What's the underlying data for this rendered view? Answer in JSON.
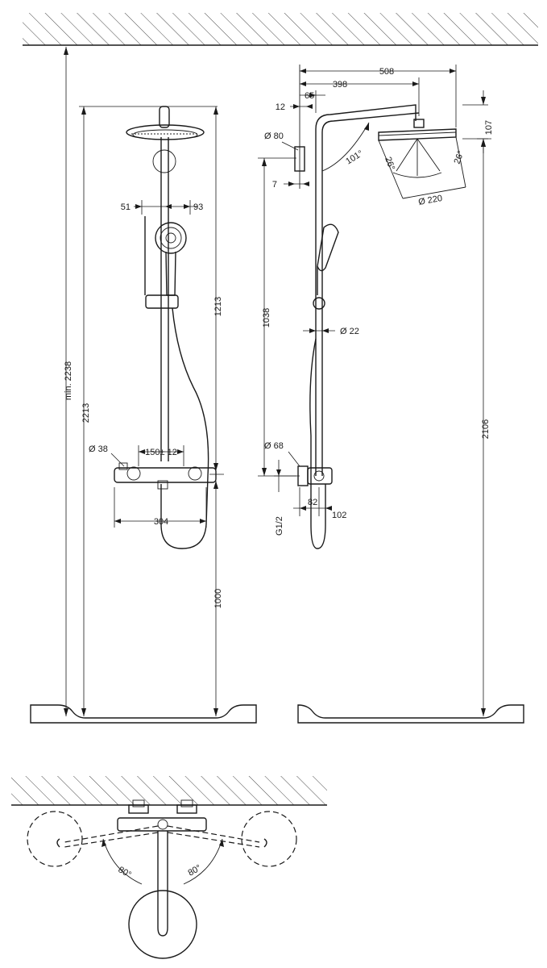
{
  "front_view": {
    "dimensions": {
      "total_height": "min. 2238",
      "overall_height": "2213",
      "riser_height": "1213",
      "mount_height": "1000",
      "handshower_left": "51",
      "handshower_right": "93",
      "pipe_diameter": "Ø 38",
      "connection_spacing": "150± 12",
      "thermostat_width": "304"
    }
  },
  "side_view": {
    "dimensions": {
      "arm_reach": "508",
      "arm_to_head": "398",
      "offset_65": "65",
      "offset_12": "12",
      "bracket_diameter": "Ø 80",
      "bracket_offset": "7",
      "head_drop": "107",
      "arm_angle": "101°",
      "tilt_left": "26°",
      "tilt_right": "26°",
      "head_diameter": "Ø 220",
      "rail_length": "1038",
      "rail_diameter": "Ø 22",
      "escutcheon_diameter": "Ø 68",
      "thread": "G1/2",
      "depth_82": "82",
      "depth_102": "102",
      "head_height": "2106"
    }
  },
  "top_view": {
    "dimensions": {
      "swivel_left": "80°",
      "swivel_right": "80°"
    }
  }
}
